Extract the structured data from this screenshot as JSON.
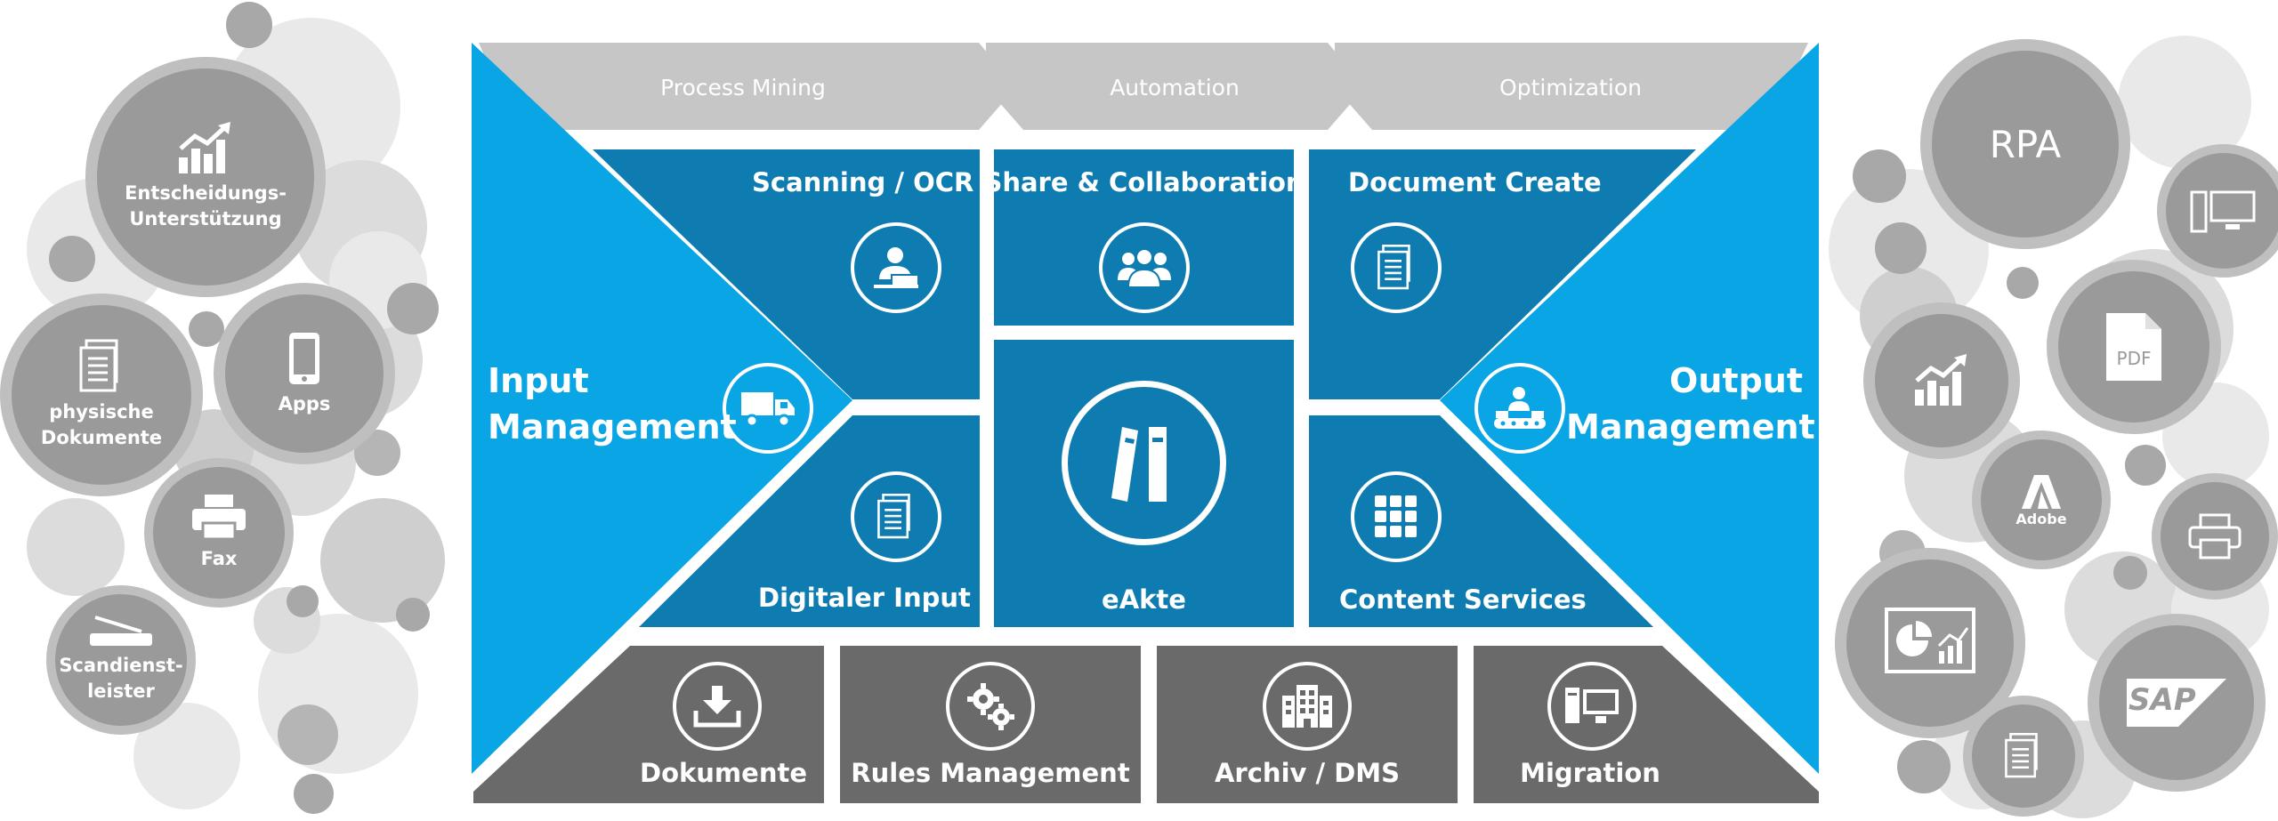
{
  "left_items": {
    "entscheidung": "Entscheidungs-\nUnterstützung",
    "physische": "physische\nDokumente",
    "apps": "Apps",
    "fax": "Fax",
    "scan": "Scandienst-\nleister"
  },
  "right_items": {
    "rpa": "RPA",
    "pdf": "PDF",
    "adobe": "Adobe",
    "sap": "SAP"
  },
  "top_phases": [
    "Process Mining",
    "Automation",
    "Optimization"
  ],
  "side_labels": {
    "input": "Input\nManagement",
    "output": "Output\nManagement"
  },
  "tiles": {
    "scanning": "Scanning / OCR",
    "digital_input": "Digitaler Input",
    "share": "Share & Collaboration",
    "eakte": "eAkte",
    "doc_create": "Document Create",
    "content_services": "Content Services"
  },
  "bottom_tiles": [
    "Dokumente",
    "Rules Management",
    "Archiv / DMS",
    "Migration"
  ],
  "colors": {
    "light_blue": "#0aa5e4",
    "dark_blue": "#0e7cb1",
    "tile_gray": "#6a6a6a",
    "chevron_gray": "#c6c6c6",
    "bubble_gray": "#9a9a9a",
    "bubble_ring": "#bfbfbf"
  }
}
